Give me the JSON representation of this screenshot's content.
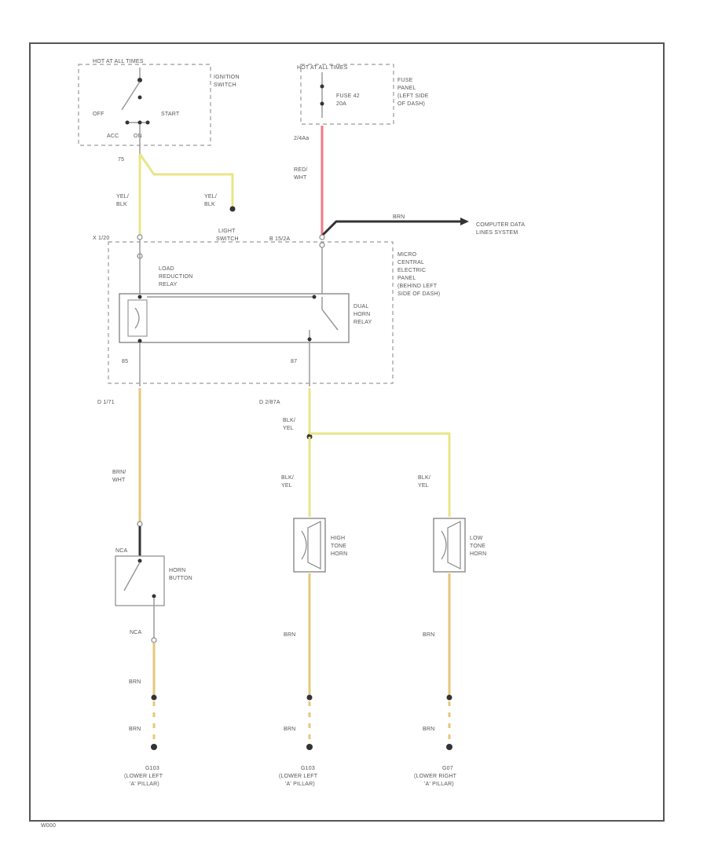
{
  "diagram": {
    "footer_code": "W000",
    "ignition_switch": {
      "source": "HOT AT ALL TIMES",
      "name_line1": "IGNITION",
      "name_line2": "SWITCH",
      "off": "OFF",
      "start": "START",
      "acc": "ACC",
      "on": "ON",
      "terminal": "75"
    },
    "fuse_panel": {
      "source": "HOT AT ALL TIMES",
      "fuse_line1": "FUSE 42",
      "fuse_line2": "20A",
      "name_lines": [
        "FUSE",
        "PANEL",
        "(LEFT SIDE",
        "OF DASH)"
      ]
    },
    "wires": {
      "yel_blk_line1": "YEL/",
      "yel_blk_line2": "BLK",
      "yel_blk2_line1": "YEL/",
      "yel_blk2_line2": "BLK",
      "red_wht_line1": "RED/",
      "red_wht_line2": "WHT",
      "red_wht_code": "2/4Aa",
      "computer_wire": "BRN",
      "brn_wht_line1": "BRN/",
      "brn_wht_line2": "WHT",
      "blk_yel_line1": "BLK/",
      "blk_yel_line2": "YEL",
      "blk_yel_hi_line1": "BLK/",
      "blk_yel_hi_line2": "YEL",
      "blk_yel_lo_line1": "BLK/",
      "blk_yel_lo_line2": "YEL",
      "brn_left1": "BRN",
      "brn_left2": "BRN",
      "brn_mid1": "BRN",
      "brn_mid2": "BRN",
      "brn_right1": "BRN",
      "brn_right2": "BRN"
    },
    "central_panel": {
      "left_connector": "X 1/20",
      "light_switch_line1": "LIGHT",
      "light_switch_line2": "SWITCH",
      "right_connector": "B 15/2A",
      "computer_line1": "COMPUTER DATA",
      "computer_line2": "LINES SYSTEM",
      "name_lines": [
        "MICRO",
        "CENTRAL",
        "ELECTRIC",
        "PANEL",
        "(BEHIND LEFT",
        "SIDE OF DASH)"
      ],
      "load_relay_lines": [
        "LOAD",
        "REDUCTION",
        "RELAY"
      ],
      "horn_relay_lines": [
        "DUAL",
        "HORN",
        "RELAY"
      ],
      "terminal_left": "85",
      "terminal_right": "87",
      "terminal_left_out": "D 1/71",
      "terminal_right_out": "D 2/87A"
    },
    "horn_button": {
      "name_line1": "HORN",
      "name_line2": "BUTTON",
      "conn_top": "NCA",
      "conn_bottom": "NCA"
    },
    "high_horn": {
      "lines": [
        "HIGH",
        "TONE",
        "HORN"
      ]
    },
    "low_horn": {
      "lines": [
        "LOW",
        "TONE",
        "HORN"
      ]
    },
    "grounds": {
      "left": {
        "id": "G103",
        "line2": "(LOWER LEFT",
        "line3": "'A' PILLAR)"
      },
      "mid": {
        "id": "G103",
        "line2": "(LOWER LEFT",
        "line3": "'A' PILLAR)"
      },
      "right": {
        "id": "G07",
        "line2": "(LOWER RIGHT",
        "line3": "'A' PILLAR)"
      }
    }
  }
}
